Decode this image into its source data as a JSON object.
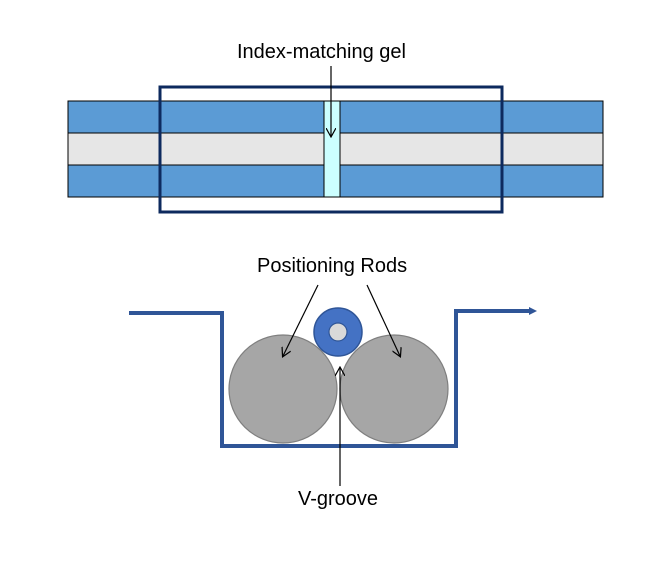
{
  "labels": {
    "gel": "Index-matching gel",
    "rods": "Positioning Rods",
    "vgroove": "V-groove"
  },
  "colors": {
    "cladding": "#5b9bd5",
    "core": "#e6e6e6",
    "gel": "#ccffff",
    "sleeve": "#0d2a5e",
    "groove": "#2f5597",
    "rod": "#a6a6a6",
    "rod_stroke": "#7f7f7f",
    "fiber_outer": "#4472c4",
    "fiber_inner": "#d9d9d9"
  },
  "icons": {
    "arrow": "arrow-icon"
  }
}
